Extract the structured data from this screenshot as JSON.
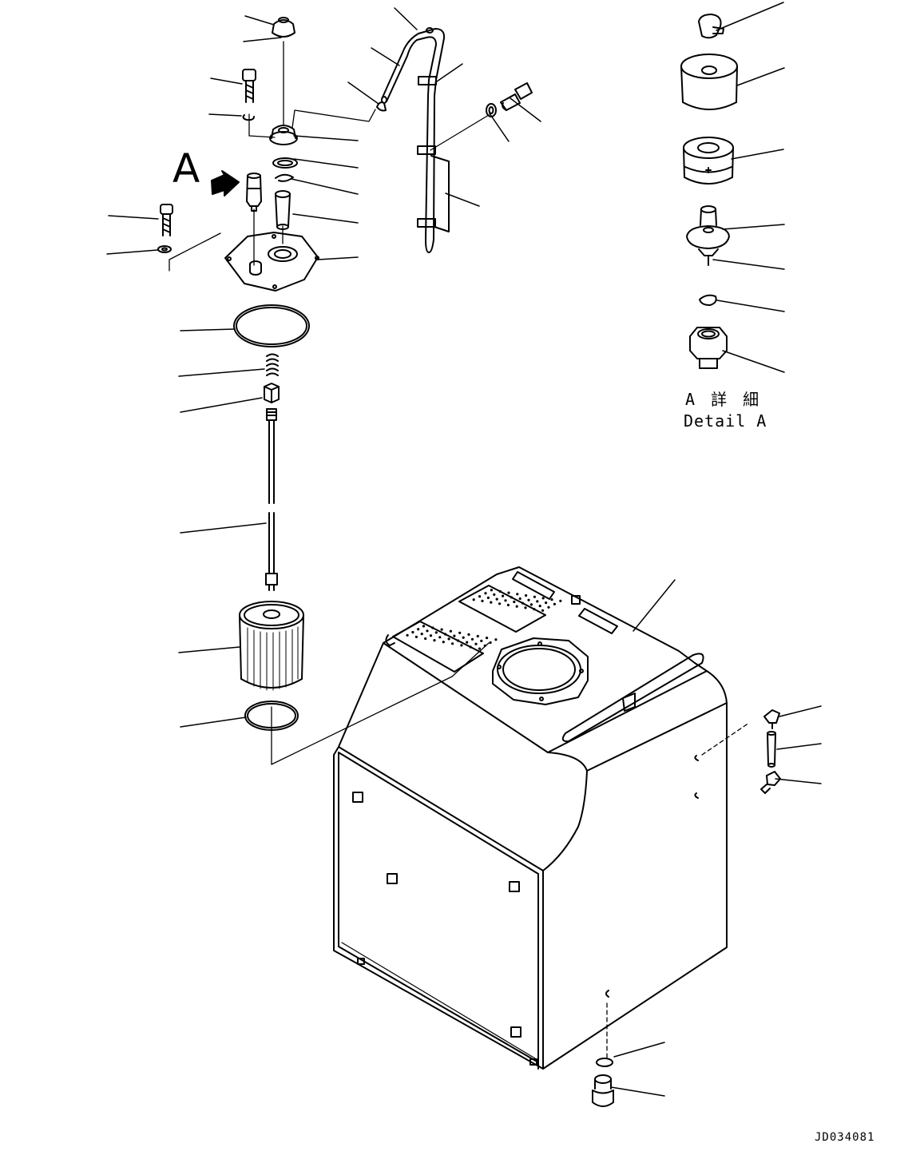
{
  "labels": {
    "view_marker": "A",
    "detail_title_jp": "A 詳 細",
    "detail_title_en": "Detail A",
    "drawing_number": "JD034081"
  },
  "colors": {
    "ink": "#000000",
    "paper": "#ffffff"
  }
}
